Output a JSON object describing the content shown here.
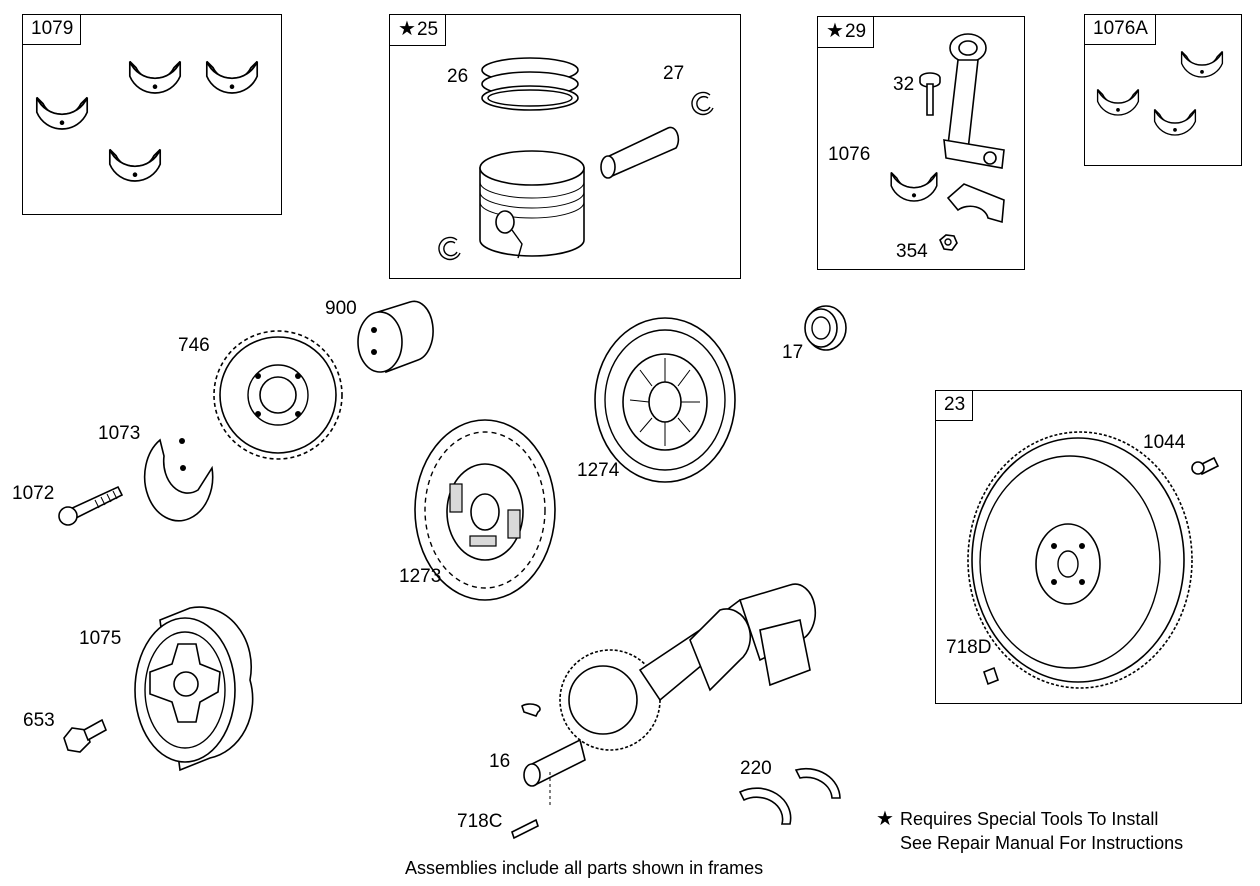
{
  "frames": {
    "f1079": {
      "tag": "1079",
      "star": false
    },
    "f25": {
      "tag": "25",
      "star": true
    },
    "f29": {
      "tag": "29",
      "star": true
    },
    "f1076A": {
      "tag": "1076A",
      "star": false
    },
    "f23": {
      "tag": "23",
      "star": false
    }
  },
  "star_glyph": "★",
  "labels": {
    "p26": "26",
    "p27": "27",
    "p32": "32",
    "p1076": "1076",
    "p354": "354",
    "p900": "900",
    "p746": "746",
    "p17": "17",
    "p1073": "1073",
    "p1072": "1072",
    "p1274": "1274",
    "p1273": "1273",
    "p1044": "1044",
    "p718D": "718D",
    "p1075": "1075",
    "p653": "653",
    "p16": "16",
    "p220": "220",
    "p718C": "718C"
  },
  "notes": {
    "special_tools_1": "Requires Special Tools To Install",
    "special_tools_2": "See Repair Manual For Instructions",
    "assemblies": "Assemblies include all parts shown in frames"
  },
  "icons": [
    "bearing-shell-icon",
    "piston-icon",
    "piston-ring-icon",
    "wrist-pin-icon",
    "retaining-clip-icon",
    "connecting-rod-icon",
    "bolt-icon",
    "nut-icon",
    "gear-icon",
    "bearing-icon",
    "balancer-plate-icon",
    "clutch-disc-icon",
    "pressure-plate-icon",
    "flywheel-icon",
    "dowel-pin-icon",
    "pulley-icon",
    "crankshaft-icon",
    "thrust-washer-icon",
    "key-icon"
  ]
}
